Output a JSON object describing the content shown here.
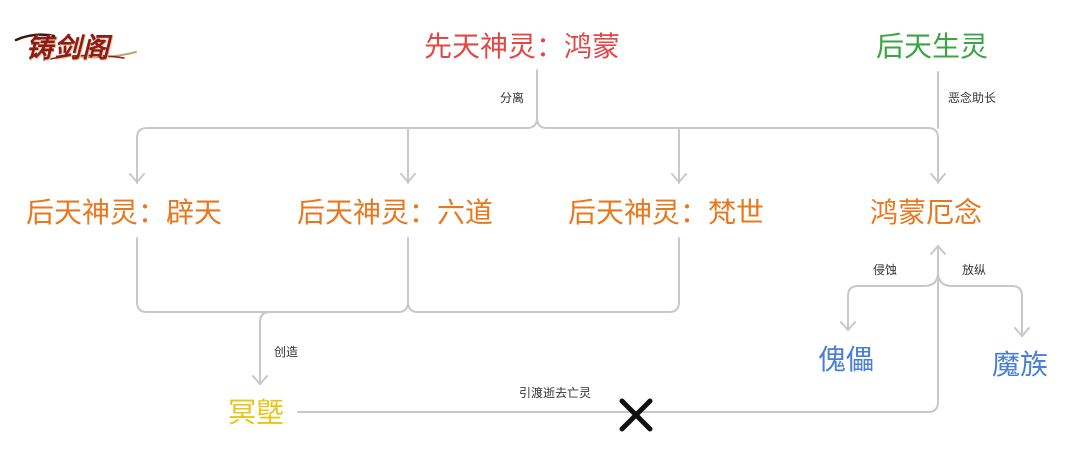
{
  "logo": {
    "text": "铸剑阁"
  },
  "nodes": {
    "xiantian_shenling": "先天神灵：鸿蒙",
    "houtian_shengling": "后天生灵",
    "pitian": "后天神灵：辟天",
    "liudao": "后天神灵：六道",
    "fanshi": "后天神灵：梵世",
    "hongmeng_enian": "鸿蒙厄念",
    "kuilei": "傀儡",
    "mozu": "魔族",
    "mingxu": "冥墍"
  },
  "edges": {
    "fenli": "分离",
    "enian_zhuzhang": "恶念助长",
    "chuangzao": "创造",
    "qinshi": "侵蚀",
    "fangzong": "放纵",
    "yindu": "引渡逝去亡灵"
  },
  "colors": {
    "xiantian": "#e04848",
    "houtian_shengling": "#3aa542",
    "houtian_shenling": "#e8781e",
    "enian": "#e8781e",
    "kuilei_mozu": "#4a7fd6",
    "mingxu": "#e6c619",
    "connector": "#c8c8c8",
    "cross_mark": "#111111"
  },
  "icons": {
    "blocked": "cross-icon",
    "arrowheads": "chevron-down-icon"
  }
}
